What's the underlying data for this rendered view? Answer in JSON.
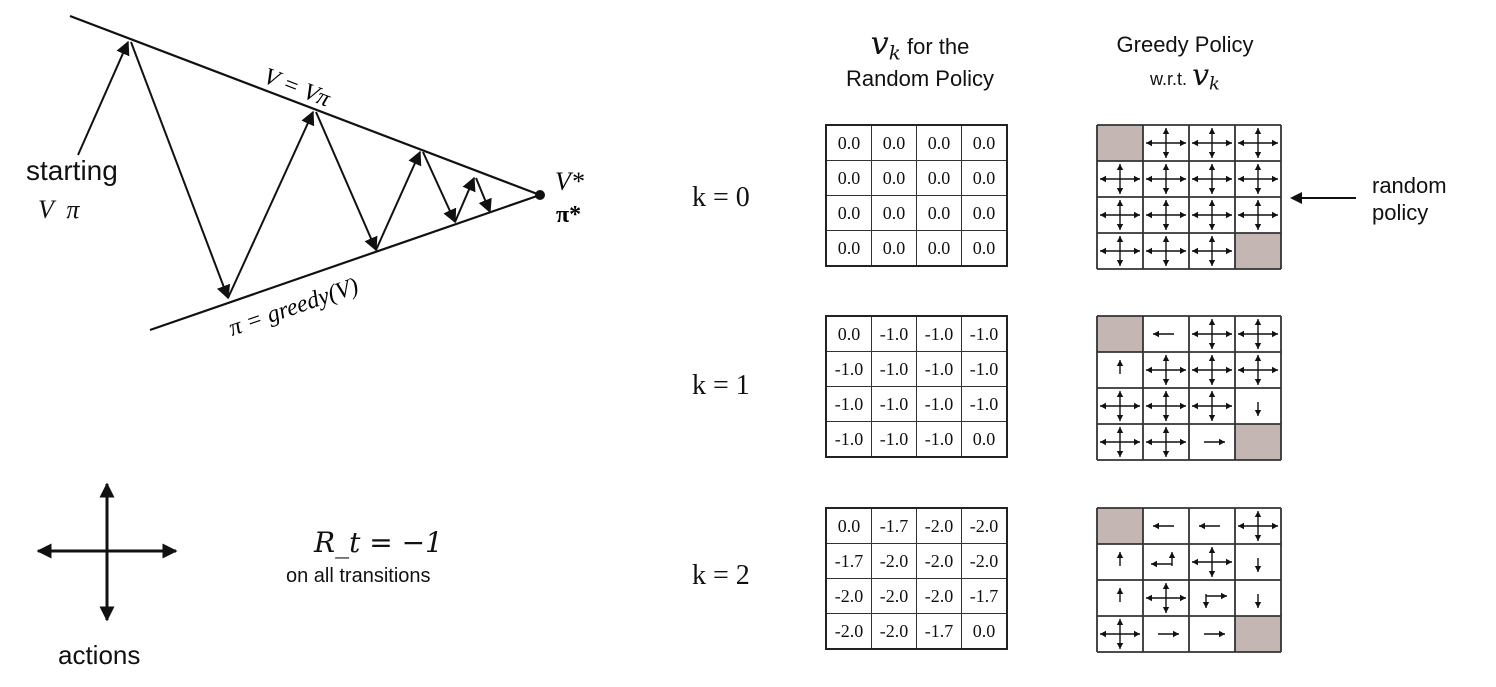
{
  "iteration_diagram": {
    "upper_label": "V = Vπ",
    "lower_label": "π = greedy(V)",
    "start_label_1": "starting",
    "start_label_2": "V  π",
    "end_v": "V*",
    "end_pi": "π*"
  },
  "actions_label": "actions",
  "reward": {
    "formula": "R_t = −1",
    "caption": "on all transitions"
  },
  "headers": {
    "values_symbol": "v",
    "values_sub": "k",
    "values_line1_rest": "for the",
    "values_line2": "Random Policy",
    "greedy_line1": "Greedy Policy",
    "greedy_line2_prefix": "w.r.t.",
    "greedy_symbol": "v",
    "greedy_sub": "k"
  },
  "random_policy_note": {
    "line1": "random",
    "line2": "policy"
  },
  "rows": [
    {
      "k_label": "k = 0",
      "values": [
        [
          "0.0",
          "0.0",
          "0.0",
          "0.0"
        ],
        [
          "0.0",
          "0.0",
          "0.0",
          "0.0"
        ],
        [
          "0.0",
          "0.0",
          "0.0",
          "0.0"
        ],
        [
          "0.0",
          "0.0",
          "0.0",
          "0.0"
        ]
      ],
      "policy": [
        [
          "T",
          "NSEW",
          "NSEW",
          "NSEW"
        ],
        [
          "NSEW",
          "NSEW",
          "NSEW",
          "NSEW"
        ],
        [
          "NSEW",
          "NSEW",
          "NSEW",
          "NSEW"
        ],
        [
          "NSEW",
          "NSEW",
          "NSEW",
          "T"
        ]
      ]
    },
    {
      "k_label": "k = 1",
      "values": [
        [
          "0.0",
          "-1.0",
          "-1.0",
          "-1.0"
        ],
        [
          "-1.0",
          "-1.0",
          "-1.0",
          "-1.0"
        ],
        [
          "-1.0",
          "-1.0",
          "-1.0",
          "-1.0"
        ],
        [
          "-1.0",
          "-1.0",
          "-1.0",
          "0.0"
        ]
      ],
      "policy": [
        [
          "T",
          "W",
          "NSEW",
          "NSEW"
        ],
        [
          "N",
          "NSEW",
          "NSEW",
          "NSEW"
        ],
        [
          "NSEW",
          "NSEW",
          "NSEW",
          "S"
        ],
        [
          "NSEW",
          "NSEW",
          "E",
          "T"
        ]
      ]
    },
    {
      "k_label": "k = 2",
      "values": [
        [
          "0.0",
          "-1.7",
          "-2.0",
          "-2.0"
        ],
        [
          "-1.7",
          "-2.0",
          "-2.0",
          "-2.0"
        ],
        [
          "-2.0",
          "-2.0",
          "-2.0",
          "-1.7"
        ],
        [
          "-2.0",
          "-2.0",
          "-1.7",
          "0.0"
        ]
      ],
      "policy": [
        [
          "T",
          "W",
          "W",
          "NSEW"
        ],
        [
          "N",
          "NW",
          "NSEW",
          "S"
        ],
        [
          "N",
          "NSEW",
          "SE",
          "S"
        ],
        [
          "NSEW",
          "E",
          "E",
          "T"
        ]
      ]
    }
  ],
  "colors": {
    "terminal": "#c4b6b3",
    "line": "#111111"
  }
}
